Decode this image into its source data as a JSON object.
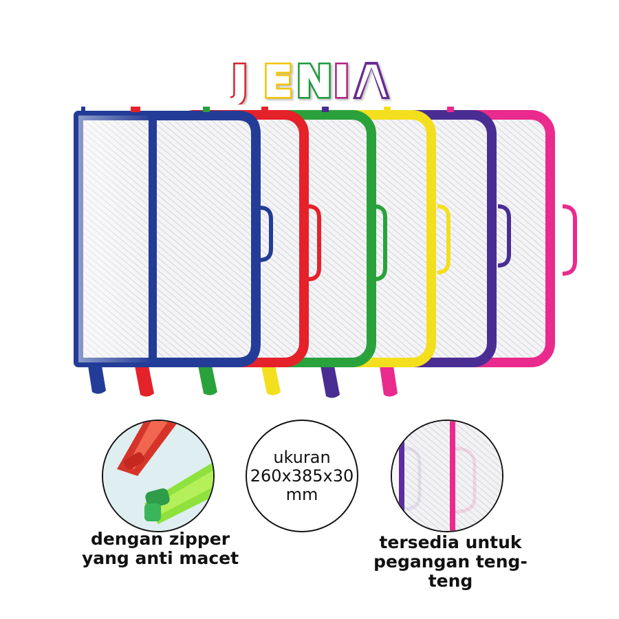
{
  "brand": {
    "letters": [
      "J",
      "E",
      "N",
      "I",
      "A"
    ],
    "letter_colors": [
      "#d6202a",
      "#f2c500",
      "#1f9a3c",
      "#b3207f",
      "#6b2b91"
    ]
  },
  "product_colors": [
    "#233c97",
    "#e5212a",
    "#2aa23c",
    "#f3df1e",
    "#4a2d93",
    "#ea2a8c"
  ],
  "features": {
    "zipper_caption_line1": "dengan zipper",
    "zipper_caption_line2": "yang anti macet",
    "size_label": "ukuran",
    "size_value": "260x385x30",
    "size_unit": "mm",
    "handle_caption_line1": "tersedia untuk",
    "handle_caption_line2": "pegangan teng-teng"
  }
}
